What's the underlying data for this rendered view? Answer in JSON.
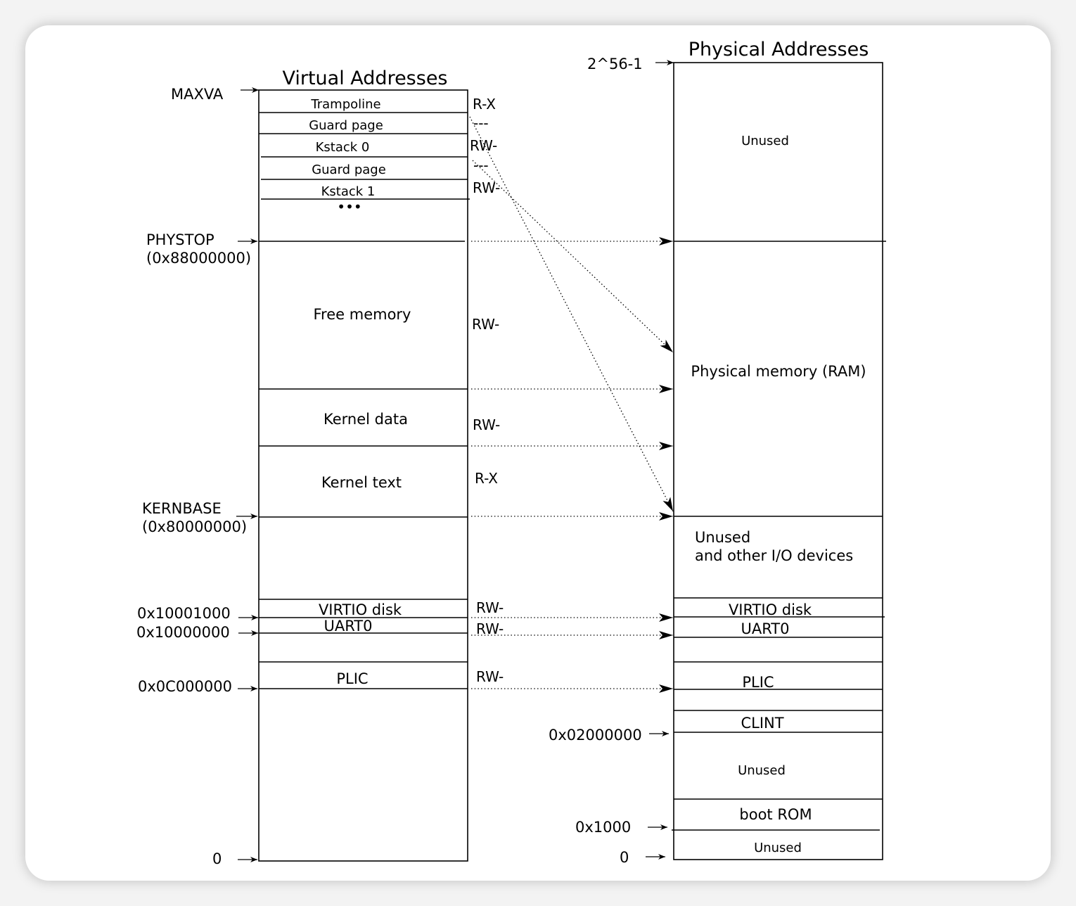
{
  "virtual": {
    "title": "Virtual Addresses",
    "regions": {
      "trampoline": "Trampoline",
      "guard1": "Guard page",
      "kstack0": "Kstack 0",
      "guard2": "Guard page",
      "kstack1": "Kstack 1",
      "ellipsis": "•••",
      "free": "Free memory",
      "kdata": "Kernel data",
      "ktext": "Kernel text",
      "virtio": "VIRTIO disk",
      "uart": "UART0",
      "plic": "PLIC"
    },
    "addresses": {
      "maxva": "MAXVA",
      "phystop": "PHYSTOP",
      "phystop_val": "(0x88000000)",
      "kernbase": "KERNBASE",
      "kernbase_val": "(0x80000000)",
      "virtio": "0x10001000",
      "uart": "0x10000000",
      "plic": "0x0C000000",
      "zero": "0"
    },
    "perms": {
      "trampoline": "R-X",
      "guard1": "---",
      "kstack0": "RW-",
      "guard2": "---",
      "kstack1": "RW-",
      "free": "RW-",
      "kdata": "RW-",
      "ktext": "R-X",
      "virtio": "RW-",
      "uart": "RW-",
      "plic": "RW-"
    }
  },
  "physical": {
    "title": "Physical Addresses",
    "regions": {
      "unused_top": "Unused",
      "ram": "Physical memory (RAM)",
      "io_line1": "Unused",
      "io_line2": "and other I/O devices",
      "virtio": "VIRTIO disk",
      "uart": "UART0",
      "plic": "PLIC",
      "clint": "CLINT",
      "unused_mid": "Unused",
      "bootrom": "boot ROM",
      "unused_bottom": "Unused"
    },
    "addresses": {
      "top": "2^56-1",
      "clint": "0x02000000",
      "bootrom": "0x1000",
      "zero": "0"
    }
  }
}
